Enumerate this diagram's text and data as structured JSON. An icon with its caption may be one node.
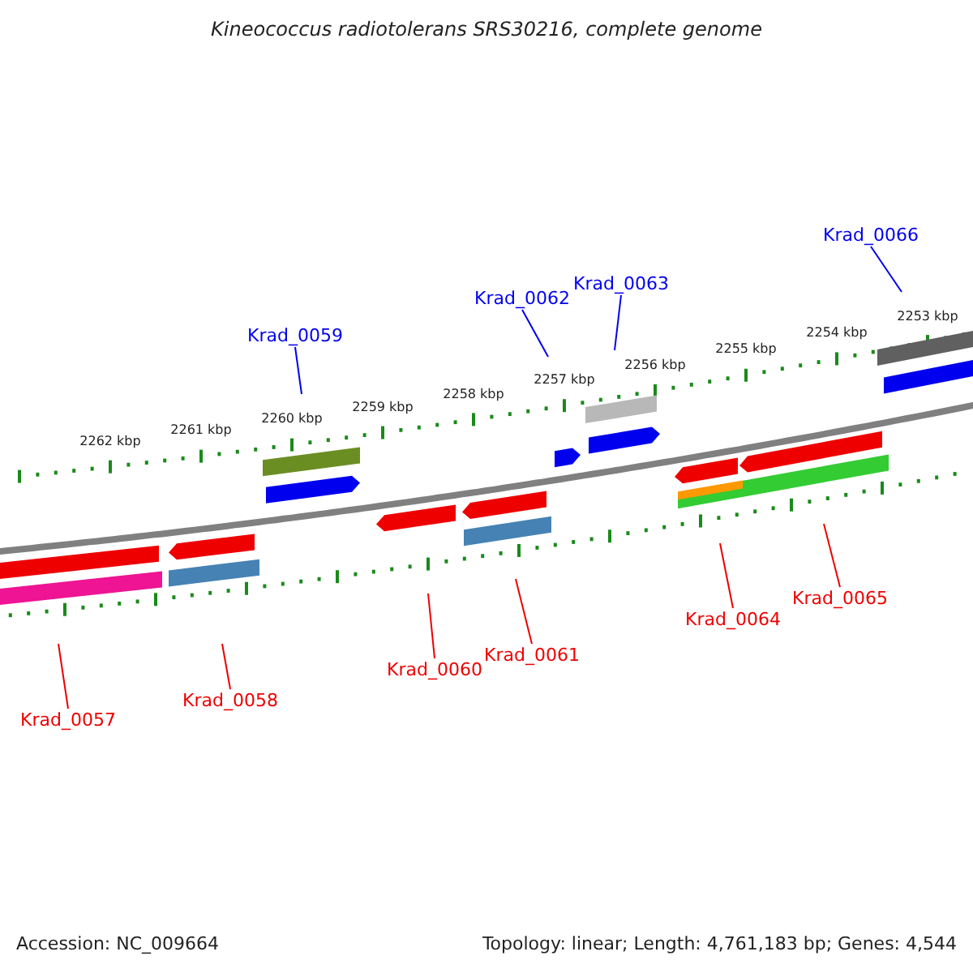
{
  "diagram": {
    "title": "Kineococcus radiotolerans SRS30216, complete genome",
    "nodes": [
      {
        "text": [
          "Krad_0066"
        ]
      },
      {
        "text": [
          "Krad_0063"
        ]
      },
      {
        "text": [
          "Krad_0062"
        ]
      },
      {
        "text": [
          "Krad_0059"
        ]
      },
      {
        "text": [
          "Krad_0065"
        ]
      },
      {
        "text": [
          "Krad_0064"
        ]
      },
      {
        "text": [
          "Krad_0061"
        ]
      },
      {
        "text": [
          "Krad_0060"
        ]
      },
      {
        "text": [
          "Krad_0058"
        ]
      },
      {
        "text": [
          "Krad_0057"
        ]
      }
    ],
    "edges": [
      {
        "from": 0,
        "to": null,
        "arrow": "none",
        "color": "#0000ee"
      },
      {
        "from": 1,
        "to": null,
        "arrow": "none",
        "color": "#0000ee"
      },
      {
        "from": 2,
        "to": null,
        "arrow": "none",
        "color": "#0000ee"
      },
      {
        "from": 3,
        "to": null,
        "arrow": "none",
        "color": "#0000ee"
      },
      {
        "from": 4,
        "to": null,
        "arrow": "none"
      },
      {
        "from": 5,
        "to": null,
        "arrow": "none"
      },
      {
        "from": 6,
        "to": null,
        "arrow": "none"
      },
      {
        "from": 7,
        "to": null,
        "arrow": "none"
      },
      {
        "from": 8,
        "to": null,
        "arrow": "none"
      },
      {
        "from": 9,
        "to": null,
        "arrow": "none"
      }
    ],
    "labels": [
      "2262 kbp",
      "2261 kbp",
      "2260 kbp",
      "2259 kbp",
      "2258 kbp",
      "2257 kbp",
      "2256 kbp",
      "2255 kbp",
      "2254 kbp",
      "2253 kbp",
      "Accession: NC_009664",
      "Topology: linear; Length: 4,761,183 bp; Genes: 4,544"
    ]
  }
}
